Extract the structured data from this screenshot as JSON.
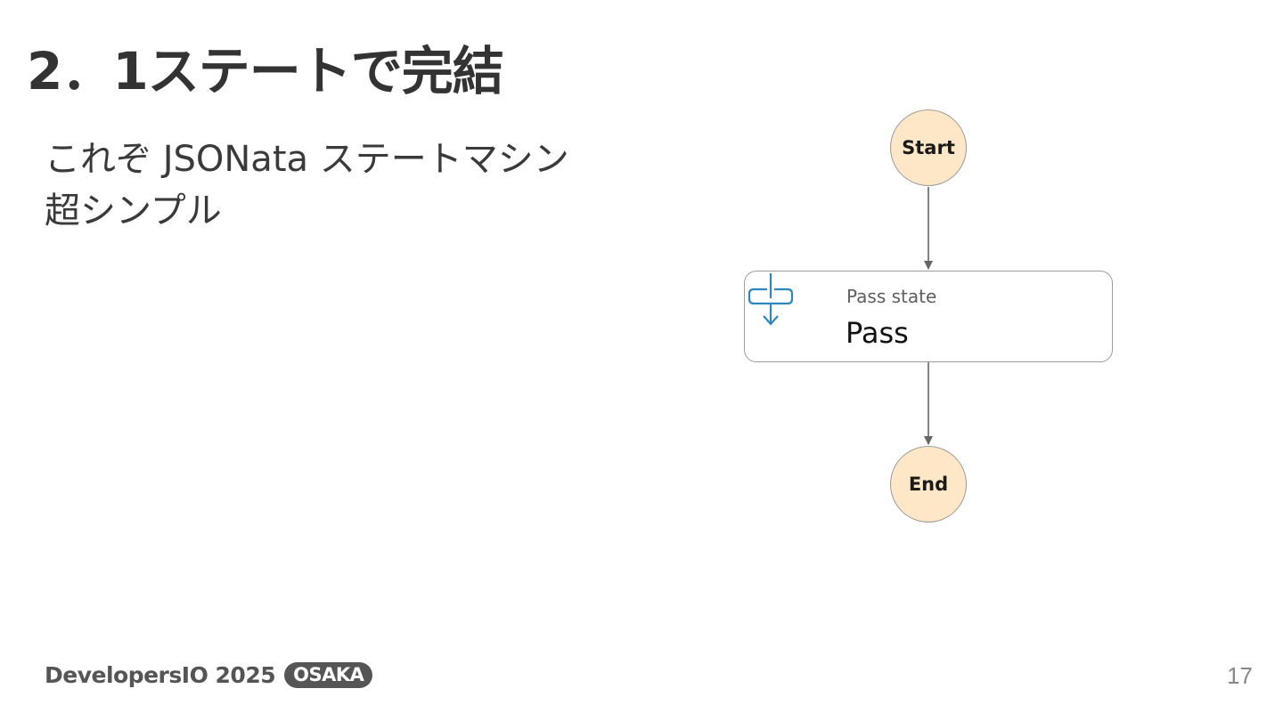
{
  "slide": {
    "title": "2．1ステートで完結",
    "body_lines": [
      "これぞ JSONata ステートマシン",
      "超シンプル"
    ],
    "page_number": "17"
  },
  "diagram": {
    "start_label": "Start",
    "end_label": "End",
    "state": {
      "type_label": "Pass state",
      "name": "Pass",
      "icon": "pass-state-icon"
    },
    "colors": {
      "terminal_fill": "#fde7c6",
      "icon_blue": "#2e86c1",
      "edge": "#666666"
    }
  },
  "footer": {
    "brand": "DevelopersIO 2025",
    "badge": "OSAKA"
  }
}
